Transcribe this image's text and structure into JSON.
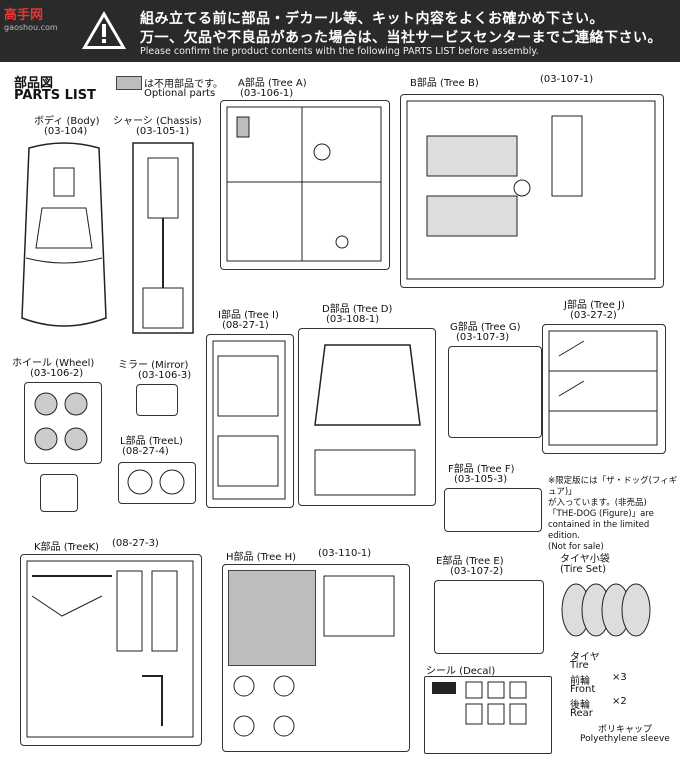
{
  "header": {
    "logo": "高手网",
    "logo_sub": "gaoshou.com",
    "line1": "組み立てる前に部品・デカール等、キット内容をよくお確かめ下さい。",
    "line2": "万一、欠品や不良品があった場合は、当社サービスセンターまでご連絡下さい。",
    "line3": "Please confirm the product contents with the following PARTS LIST before assembly."
  },
  "parts_list": {
    "jp": "部品図",
    "en": "PARTS LIST"
  },
  "legend": {
    "jp": "は不用部品です。",
    "en": "Optional parts"
  },
  "items": {
    "body": {
      "name": "ボディ (Body)",
      "code": "(03-104)"
    },
    "chassis": {
      "name": "シャーシ (Chassis)",
      "code": "(03-105-1)"
    },
    "tree_a": {
      "name": "A部品 (Tree A)",
      "code": "(03-106-1)"
    },
    "tree_b": {
      "name": "B部品 (Tree B)",
      "code": "(03-107-1)"
    },
    "wheel": {
      "name": "ホイール (Wheel)",
      "code": "(03-106-2)"
    },
    "mirror": {
      "name": "ミラー (Mirror)",
      "code": "(03-106-3)"
    },
    "tree_l": {
      "name": "L部品 (TreeL)",
      "code": "(08-27-4)"
    },
    "tree_i": {
      "name": "I部品 (Tree I)",
      "code": "(08-27-1)"
    },
    "tree_d": {
      "name": "D部品 (Tree D)",
      "code": "(03-108-1)"
    },
    "tree_g": {
      "name": "G部品 (Tree G)",
      "code": "(03-107-3)"
    },
    "tree_j": {
      "name": "J部品 (Tree J)",
      "code": "(03-27-2)"
    },
    "tree_f": {
      "name": "F部品 (Tree F)",
      "code": "(03-105-3)"
    },
    "tree_k": {
      "name": "K部品 (TreeK)",
      "code": "(08-27-3)"
    },
    "tree_h": {
      "name": "H部品 (Tree H)",
      "code": "(03-110-1)"
    },
    "tree_e": {
      "name": "E部品 (Tree E)",
      "code": "(03-107-2)"
    },
    "tire_set": {
      "name": "タイヤ小袋",
      "en": "(Tire Set)"
    },
    "decal": {
      "name": "シール (Decal)"
    }
  },
  "limited_note": {
    "jp1": "※限定版には「ザ・ドッグ(フィギュア)」",
    "jp2": "が入っています。(非売品)",
    "en1": "「THE-DOG (Figure)」are",
    "en2": "contained in the limited edition.",
    "en3": "(Not for sale)"
  },
  "tire": {
    "jp": "タイヤ",
    "en": "Tire",
    "front_jp": "前輪",
    "front": "Front",
    "front_qty": "×3",
    "rear_jp": "後輪",
    "rear": "Rear",
    "rear_qty": "×2",
    "sleeve_jp": "ポリキャップ",
    "sleeve": "Polyethylene sleeve"
  }
}
